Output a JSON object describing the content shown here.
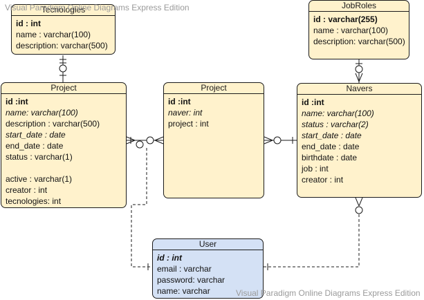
{
  "watermark": "Visual Paradigm Online Diagrams Express Edition",
  "entities": {
    "tecnologies": {
      "title": "Tecnologies",
      "rows": [
        "id : int",
        "name : varchar(100)",
        "description: varchar(500)"
      ]
    },
    "jobroles": {
      "title": "JobRoles",
      "rows": [
        "id : varchar(255)",
        "name : varchar(100)",
        "description: varchar(500)"
      ]
    },
    "project_left": {
      "title": "Project",
      "rows": [
        "id :int",
        "name: varchar(100)",
        "description : varchar(500)",
        "start_date : date",
        "end_date : date",
        "status : varchar(1)",
        "",
        "active : varchar(1)",
        "creator : int",
        "tecnologies: int"
      ]
    },
    "project_mid": {
      "title": "Project",
      "rows": [
        "id :int",
        "naver: int",
        "project : int"
      ]
    },
    "navers": {
      "title": "Navers",
      "rows": [
        "id :int",
        "name: varchar(100)",
        "status : varchar(2)",
        "start_date : date",
        "end_date : date",
        "birthdate : date",
        "job : int",
        "creator : int"
      ]
    },
    "user": {
      "title": "User",
      "rows": [
        "id : int",
        "email : varchar",
        "password: varchar",
        "name: varchar"
      ]
    }
  },
  "colors": {
    "entity_fill": "#fff2cc",
    "user_fill": "#d4e1f5",
    "stroke": "#1a1a1a",
    "watermark": "#9a9a9a"
  }
}
